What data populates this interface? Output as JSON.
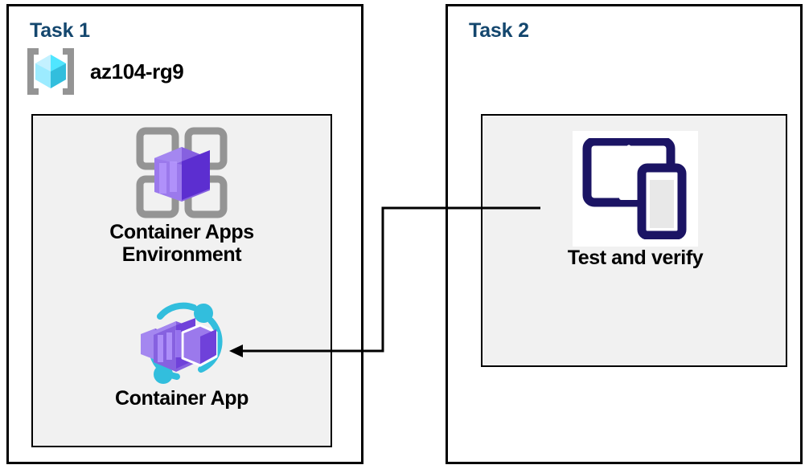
{
  "diagram": {
    "title_color": "#14476e",
    "panels": [
      {
        "id": "task1",
        "title": "Task 1",
        "resource_group": {
          "icon": "azure-resource-group-icon",
          "label": "az104-rg9"
        },
        "nodes": [
          {
            "icon": "azure-container-apps-environment-icon",
            "label": "Container Apps\nEnvironment"
          },
          {
            "icon": "azure-container-app-icon",
            "label": "Container App"
          }
        ]
      },
      {
        "id": "task2",
        "title": "Task 2",
        "nodes": [
          {
            "icon": "devices-test-icon",
            "label": "Test and verify"
          }
        ]
      }
    ],
    "connector": {
      "from": "test-and-verify",
      "to": "container-app",
      "arrow_direction": "left",
      "color": "#000000"
    },
    "colors": {
      "panel_border": "#000000",
      "inner_fill": "#f1f1f1",
      "title": "#14476e",
      "label": "#000000",
      "container_purple": "#8661e0",
      "container_purple_dark": "#5c2ed0",
      "accent_cyan": "#32bedd",
      "icon_gray": "#949494",
      "device_navy": "#1b1464"
    }
  }
}
